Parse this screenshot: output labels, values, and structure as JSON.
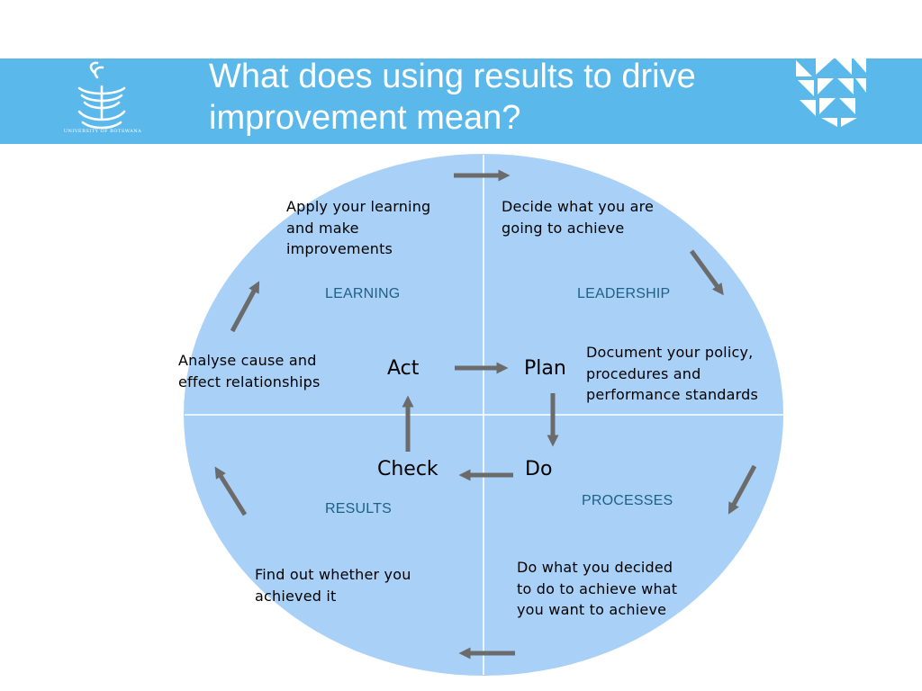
{
  "header": {
    "title_line1": "What does using results to drive",
    "title_line2": "improvement mean?",
    "logo_caption": "UNIVERSITY OF BOTSWANA",
    "band_color": "#5bb8ea"
  },
  "diagram": {
    "circle_color": "#a9d1f7",
    "arrow_color": "#6b6b6b",
    "quadrants": {
      "learning": "LEARNING",
      "leadership": "LEADERSHIP",
      "results": "RESULTS",
      "processes": "PROCESSES"
    },
    "cycle": {
      "act": "Act",
      "plan": "Plan",
      "check": "Check",
      "do": "Do"
    },
    "descriptions": {
      "apply": [
        "Apply your learning",
        "and make",
        "improvements"
      ],
      "decide": [
        "Decide what you are",
        "going to achieve"
      ],
      "document": [
        "Document your policy,",
        "procedures and",
        "performance standards"
      ],
      "analyse": [
        "Analyse cause and",
        "effect relationships"
      ],
      "find": [
        "Find out whether you",
        "achieved it"
      ],
      "do_what": [
        "Do what you decided",
        "to do to achieve what",
        "you want to achieve"
      ]
    }
  }
}
